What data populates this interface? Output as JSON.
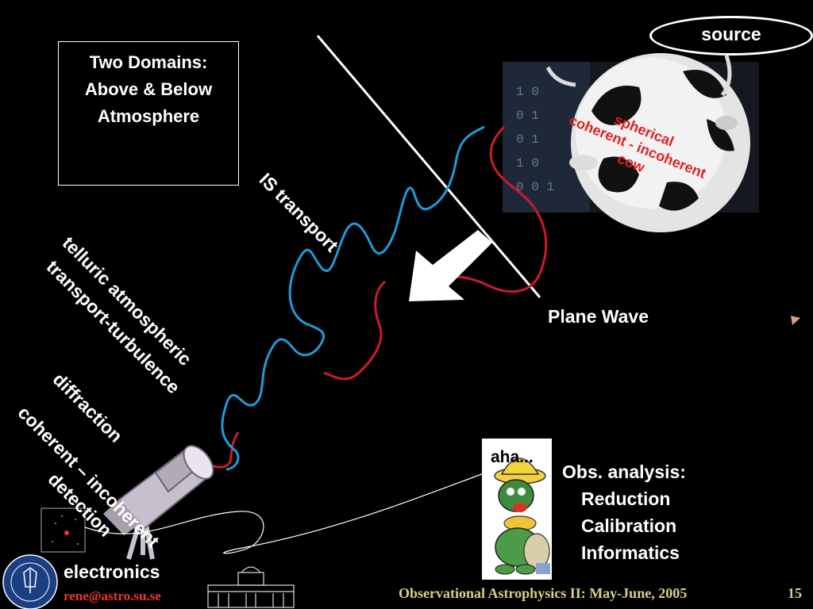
{
  "box": {
    "line1": "Two Domains:",
    "line2": "Above & Below",
    "line3": "Atmosphere"
  },
  "source_label": "source",
  "cow_label": {
    "line1": "spherical",
    "line2": "coherent - incoherent",
    "line3": "cow"
  },
  "is_transport": "IS transport",
  "plane_wave": "Plane Wave",
  "telluric": {
    "line1": "telluric atmospheric",
    "line2": "transport-turbulence"
  },
  "diffraction": "diffraction",
  "coherent_detection": {
    "line1": "coherent – incoherent",
    "line2": "detection"
  },
  "electronics": "electronics",
  "aha": "aha...",
  "obs": {
    "title": "Obs. analysis:",
    "items": [
      "Reduction",
      "Calibration",
      "Informatics"
    ]
  },
  "footer": {
    "title": "Observational Astrophysics II: May-June, 2005",
    "slide_number": "15",
    "email": "rene@astro.su.se"
  },
  "colors": {
    "background": "#000000",
    "red_wave": "#cc1a2a",
    "blue_wave": "#1e9bd8",
    "cow_text": "#e32020",
    "footer_text": "#d9cf8c",
    "email": "#ee3333"
  }
}
